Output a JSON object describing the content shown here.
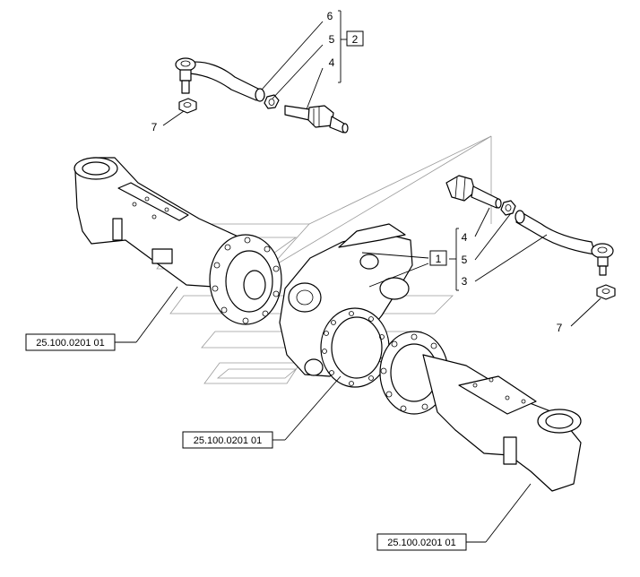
{
  "callouts": {
    "n6_top": "6",
    "n5_top": "5",
    "n4_top": "4",
    "box2": "2",
    "n7_left": "7",
    "n4_mid": "4",
    "n5_mid": "5",
    "n3_mid": "3",
    "box1": "1",
    "n7_right": "7"
  },
  "references": {
    "ref_left": "25.100.0201 01",
    "ref_center": "25.100.0201 01",
    "ref_bottom": "25.100.0201 01"
  }
}
